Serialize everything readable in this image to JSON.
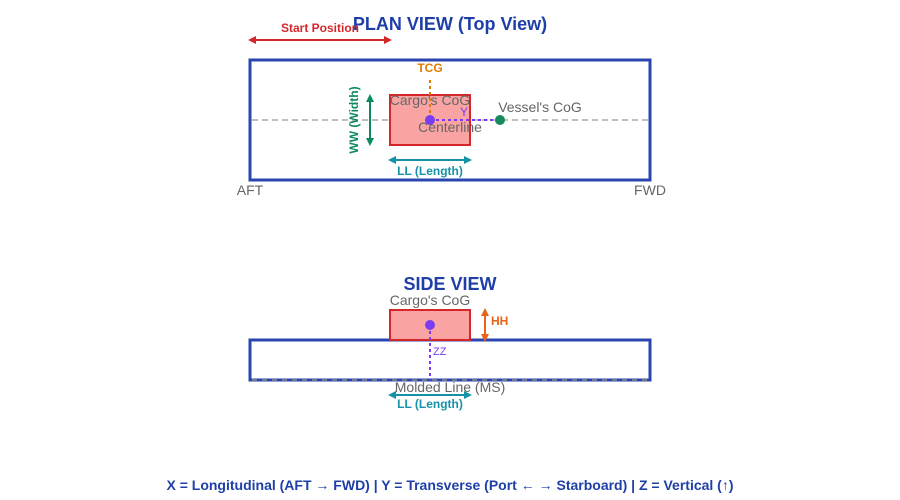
{
  "colors": {
    "hull": "#2a45b0",
    "cargo_fill": "#f9a3a3",
    "cargo_stroke": "#d62728",
    "start_position": "#d62728",
    "tcg": "#e07b00",
    "width": "#0c8a5c",
    "length": "#1592a8",
    "transverse": "#7a3cf0",
    "vessel_cog": "#168a5c",
    "height": "#e8621a",
    "vertical": "#7a3cf0",
    "centerline": "#aaaaaa",
    "text_gray": "#666666",
    "title": "#1e3fa8"
  },
  "plan_view": {
    "title": "PLAN VIEW (Top View)",
    "start_position_label": "Start Position",
    "tcg_label": "TCG",
    "width_label": "WW (Width)",
    "cargo_cog_label": "Cargo's CoG",
    "y_label": "Y",
    "vessel_cog_label": "Vessel's CoG",
    "centerline_label": "Centerline",
    "length_label": "LL (Length)",
    "aft_label": "AFT",
    "fwd_label": "FWD"
  },
  "side_view": {
    "title": "SIDE VIEW",
    "cargo_cog_label": "Cargo's CoG",
    "height_label": "HH",
    "z_label": "ZZ",
    "molded_line_label": "Molded Line (MS)",
    "length_label": "LL (Length)"
  },
  "legend": {
    "text": "X = Longitudinal (AFT → FWD) | Y = Transverse (Port ← → Starboard) | Z = Vertical (↑)"
  }
}
